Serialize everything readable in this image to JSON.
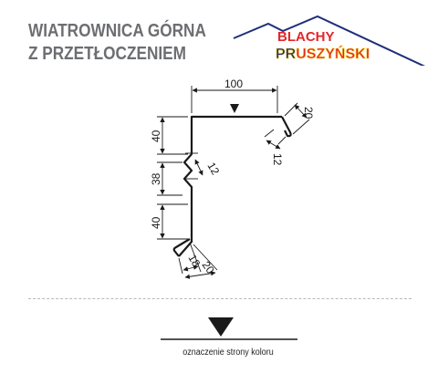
{
  "title": {
    "line1": "WIATROWNICA GÓRNA",
    "line2": "Z PRZETŁOCZENIEM"
  },
  "logo": {
    "word_top": "BLACHY",
    "word_bottom_a": "PR",
    "word_bottom_b": "USZYŃSKI",
    "colors": {
      "red": "#e3262b",
      "blue": "#1f2f7a",
      "yellow": "#f6d32b",
      "roof": "#1f2f7a"
    }
  },
  "dimensions": {
    "top_width": "100",
    "top_right_flange": "20",
    "top_right_hem": "12",
    "left_top": "40",
    "left_middle": "38",
    "left_bottom": "40",
    "step_depth": "12",
    "bottom_hem": "18",
    "bottom_flange": "20"
  },
  "legend": {
    "label": "oznaczenie strony koloru",
    "marker_icon": "triangle-down-icon"
  },
  "colors": {
    "line": "#1a1a1a",
    "title": "#6d6e71",
    "divider": "#b8b8b8"
  }
}
